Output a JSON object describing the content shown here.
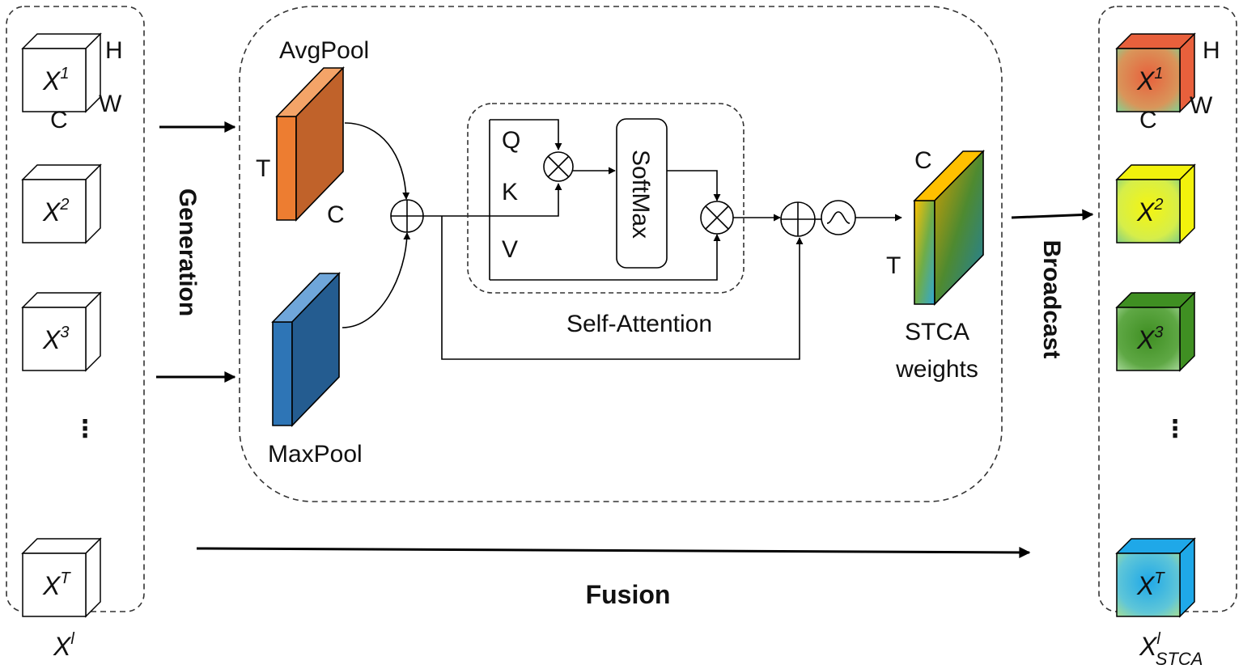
{
  "input_group": {
    "label": "X",
    "label_sup": "l",
    "cubes": [
      {
        "base": "X",
        "sup": "1"
      },
      {
        "base": "X",
        "sup": "2"
      },
      {
        "base": "X",
        "sup": "3"
      },
      {
        "base": "X",
        "sup": "T"
      }
    ],
    "dim_h": "H",
    "dim_w": "W",
    "dim_c": "C",
    "ellipsis": "⋮"
  },
  "generation_label": "Generation",
  "module": {
    "avgpool_label": "AvgPool",
    "avgpool_t": "T",
    "avgpool_c": "C",
    "avgpool_color": "#ED7D31",
    "maxpool_label": "MaxPool",
    "maxpool_color": "#2E75B6",
    "self_attention": {
      "label": "Self-Attention",
      "q": "Q",
      "k": "K",
      "v": "V",
      "softmax": "SoftMax"
    },
    "weights_label_line1": "STCA",
    "weights_label_line2": "weights",
    "weights_c": "C",
    "weights_t": "T"
  },
  "broadcast_label": "Broadcast",
  "fusion_label": "Fusion",
  "output_group": {
    "label": "X",
    "label_sup": "l",
    "label_sub": "STCA",
    "cubes": [
      {
        "base": "X",
        "sup": "1",
        "color": "#E8603C"
      },
      {
        "base": "X",
        "sup": "2",
        "color": "#F2F20C"
      },
      {
        "base": "X",
        "sup": "3",
        "color": "#3F8F22"
      },
      {
        "base": "X",
        "sup": "T",
        "color": "#1FA8E8"
      }
    ],
    "dim_h": "H",
    "dim_w": "W",
    "dim_c": "C",
    "ellipsis": "⋮"
  }
}
